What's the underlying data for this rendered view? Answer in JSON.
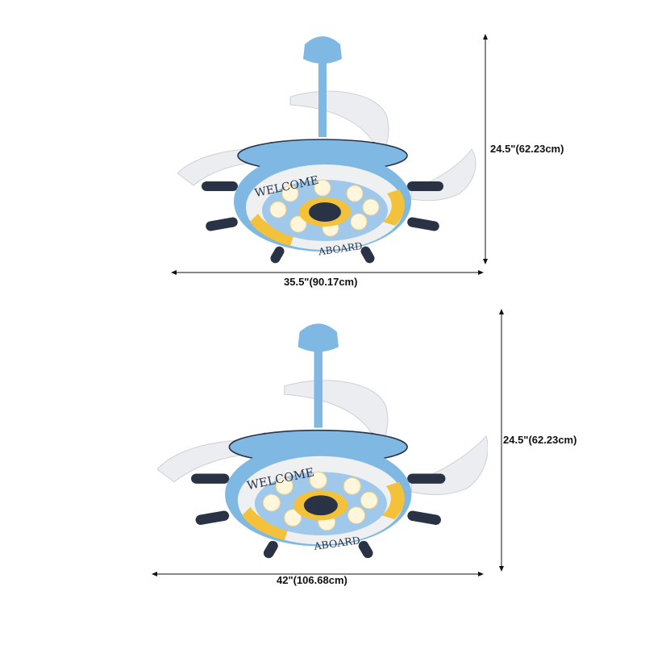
{
  "products": [
    {
      "name": "ship-wheel-ceiling-fan-small",
      "ring_text_top": "WELCOME",
      "ring_text_bottom": "ABOARD",
      "width_label": "35.5\"(90.17cm)",
      "height_label": "24.5\"(62.23cm)"
    },
    {
      "name": "ship-wheel-ceiling-fan-large",
      "ring_text_top": "WELCOME",
      "ring_text_bottom": "ABOARD",
      "width_label": "42\"(106.68cm)",
      "height_label": "24.5\"(62.23cm)"
    }
  ],
  "colors": {
    "body_blue": "#7fb9e3",
    "ring_white": "#eef0f2",
    "accent_yellow": "#f3c23a",
    "handle_navy": "#2a3346",
    "dimension_line": "#111111"
  }
}
